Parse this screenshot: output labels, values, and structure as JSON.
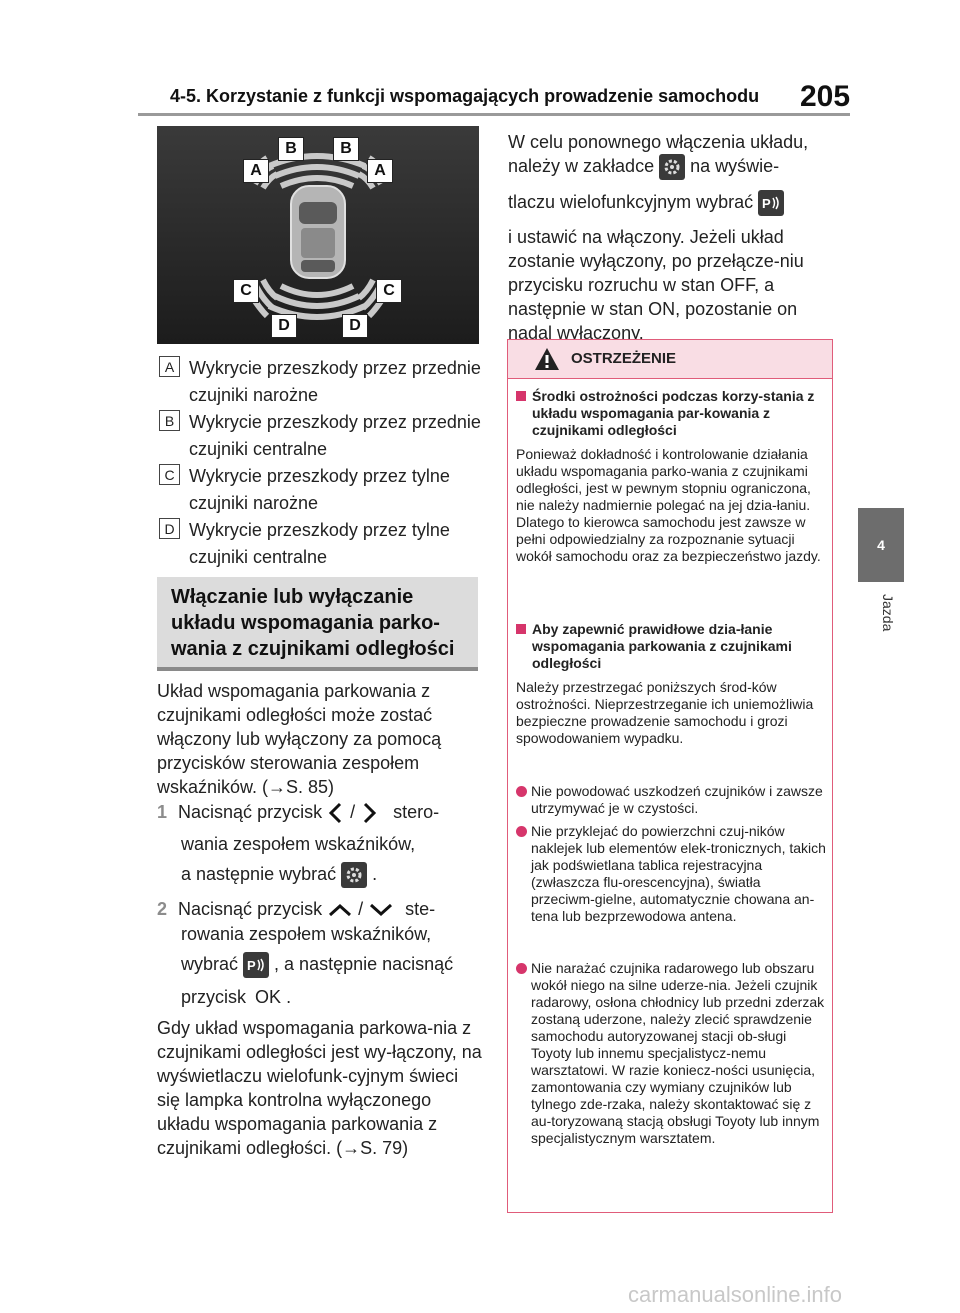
{
  "header": {
    "title": "4-5. Korzystanie z funkcji wspomagających prowadzenie samochodu",
    "page_number": "205"
  },
  "chapter": {
    "number": "4",
    "label": "Jazda"
  },
  "figure": {
    "labels": [
      "A",
      "B",
      "B",
      "A",
      "C",
      "C",
      "D",
      "D"
    ]
  },
  "legend": [
    {
      "key": "A",
      "text": "Wykrycie przeszkody przez przednie czujniki narożne"
    },
    {
      "key": "B",
      "text": "Wykrycie przeszkody przez przednie czujniki centralne"
    },
    {
      "key": "C",
      "text": "Wykrycie przeszkody przez tylne czujniki narożne"
    },
    {
      "key": "D",
      "text": "Wykrycie przeszkody przez tylne czujniki centralne"
    }
  ],
  "section": {
    "heading": "Włączanie lub wyłączanie układu wspomagania parko-wania z czujnikami odległości"
  },
  "body": {
    "intro": "Układ wspomagania parkowania z czujnikami odległości może zostać włączony lub wyłączony za pomocą przycisków sterowania zespołem wskaźników. (→S. 85)",
    "step1_num": "1",
    "step1_a": "Nacisnąć przycisk",
    "step1_slash": "/",
    "step1_b": "stero-",
    "step1_c": "wania zespołem wskaźników,",
    "step1_d": "a następnie wybrać",
    "step1_e": ".",
    "step2_num": "2",
    "step2_a": "Nacisnąć przycisk",
    "step2_slash": "/",
    "step2_b": "ste-",
    "step2_c": "rowania zespołem wskaźników,",
    "step2_d": "wybrać",
    "step2_e": ", a następnie nacisnąć",
    "step2_f": "przycisk",
    "step2_ok": "OK",
    "step2_g": ".",
    "after": "Gdy układ wspomagania parkowa-nia z czujnikami odległości jest wy-łączony, na wyświetlaczu wielofunk-cyjnym świeci się lampka kontrolna wyłączonego układu wspomagania parkowania z czujnikami odległości. (→S. 79)",
    "right_1a": "W celu ponownego włączenia układu,",
    "right_1b": "należy w zakładce",
    "right_1c": "na wyświe-",
    "right_1d": "tlaczu wielofunkcyjnym wybrać",
    "right_1e": "i ustawić na włączony. Jeżeli układ zostanie wyłączony, po przełącze-niu przycisku rozruchu w stan OFF, a następnie w stan ON, pozostanie on nadal wyłączony."
  },
  "warning": {
    "title": "OSTRZEŻENIE",
    "h1": "Środki ostrożności podczas korzy-stania z układu wspomagania par-kowania z czujnikami odległości",
    "p1": "Ponieważ dokładność i kontrolowanie działania układu wspomagania parko-wania z czujnikami odległości, jest w pewnym stopniu ograniczona, nie należy nadmiernie polegać na jej dzia-łaniu. Dlatego to kierowca samochodu jest zawsze w pełni odpowiedzialny za rozpoznanie sytuacji wokół samochodu oraz za bezpieczeństwo jazdy.",
    "h2": "Aby zapewnić prawidłowe dzia-łanie wspomagania parkowania z czujnikami odległości",
    "p2": "Należy przestrzegać poniższych środ-ków ostrożności. Nieprzestrzeganie ich uniemożliwia bezpieczne prowadzenie samochodu i grozi spowodowaniem wypadku.",
    "b1": "Nie powodować uszkodzeń czujników i zawsze utrzymywać je w czystości.",
    "b2": "Nie przyklejać do powierzchni czuj-ników naklejek lub elementów elek-tronicznych, takich jak podświetlana tablica rejestracyjna (zwłaszcza flu-orescencyjna), światła przeciwm-gielne, automatycznie chowana an-tena lub bezprzewodowa antena.",
    "b3": "Nie narażać czujnika radarowego lub obszaru wokół niego na silne uderze-nia. Jeżeli czujnik radarowy, osłona chłodnicy lub przedni zderzak zostaną uderzone, należy zlecić sprawdzenie samochodu autoryzowanej stacji ob-sługi Toyoty lub innemu specjalistycz-nemu warsztatowi. W razie koniecz-ności usunięcia, zamontowania czy wymiany czujników lub tylnego zde-rzaka, należy skontaktować się z au-toryzowaną stacją obsługi Toyoty lub innym specjalistycznym warsztatem."
  },
  "watermark": "carmanualsonline.info",
  "colors": {
    "accent": "#d6356b",
    "warn_fill": "#f9dde4",
    "tab": "#6d6d6d"
  }
}
